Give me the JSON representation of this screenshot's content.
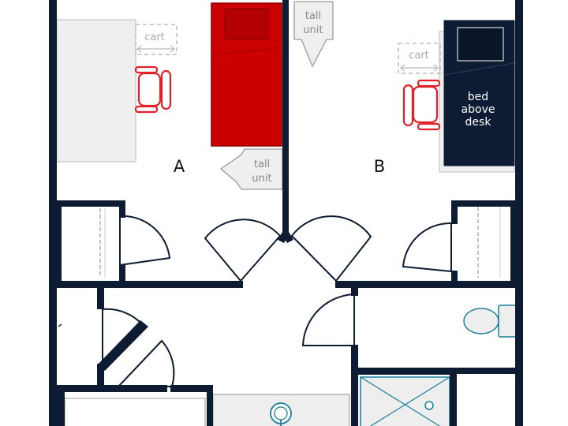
{
  "rooms": {
    "a": {
      "label": "A"
    },
    "b": {
      "label": "B"
    }
  },
  "furniture": {
    "cart_a": "cart",
    "cart_b": "cart",
    "tall_unit_top_line1": "tall",
    "tall_unit_top_line2": "unit",
    "tall_unit_a_line1": "tall",
    "tall_unit_a_line2": "unit",
    "bed_above_desk_line1": "bed",
    "bed_above_desk_line2": "above",
    "bed_above_desk_line3": "desk"
  },
  "colors": {
    "wall": "#0d1b33",
    "highlight_bed": "#cc0000",
    "loft_bed": "#0d1b33",
    "chair": "#e0202a",
    "fixture_fill": "#eeeeee",
    "fixture_stroke": "#aaaaaa",
    "shower": "#1a7f9a"
  }
}
